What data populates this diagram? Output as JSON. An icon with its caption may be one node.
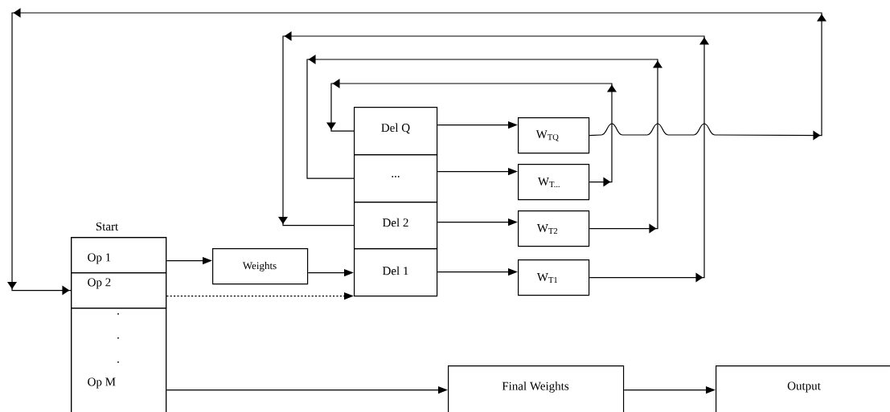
{
  "diagram": {
    "nodes": [
      {
        "text": [
          "Start"
        ]
      },
      {
        "text": [
          "Op 1"
        ],
        "in": 0
      },
      {
        "text": [
          "Op 2"
        ],
        "in": 0
      },
      {
        "text": [
          "Op M"
        ],
        "in": 0
      },
      {
        "text": [
          "Weights"
        ]
      },
      {
        "text": [
          "Del Q"
        ]
      },
      {
        "text": [
          "..."
        ]
      },
      {
        "text": [
          "Del 2"
        ]
      },
      {
        "text": [
          "Del 1"
        ]
      },
      {
        "text": [
          "W$_{TQ}$"
        ]
      },
      {
        "text": [
          "W$_{T...}$"
        ]
      },
      {
        "text": [
          "W$_{T2}$"
        ]
      },
      {
        "text": [
          "W$_{T1}$"
        ]
      },
      {
        "text": [
          "Final Weights"
        ]
      },
      {
        "text": [
          "Output"
        ]
      }
    ],
    "edges": [
      {
        "from": 1,
        "to": 4,
        "arrow": "to"
      },
      {
        "from": 4,
        "to": 8,
        "arrow": "to"
      },
      {
        "from": 2,
        "to": 8,
        "arrow": "to",
        "style": "dashed"
      },
      {
        "from": 3,
        "to": 13,
        "arrow": "to"
      },
      {
        "from": 13,
        "to": 14,
        "arrow": "to"
      },
      {
        "from": 5,
        "to": 9,
        "arrow": "to"
      },
      {
        "from": 6,
        "to": 10,
        "arrow": "to"
      },
      {
        "from": 7,
        "to": 11,
        "arrow": "to"
      },
      {
        "from": 8,
        "to": 12,
        "arrow": "to"
      },
      {
        "from": 10,
        "to": 5,
        "arrow": "to"
      },
      {
        "from": 11,
        "to": 6,
        "arrow": "to"
      },
      {
        "from": 12,
        "to": 7,
        "arrow": "to"
      },
      {
        "from": 9,
        "to": 2,
        "arrow": "to"
      }
    ],
    "labels": [
      ".",
      ".",
      "."
    ]
  }
}
